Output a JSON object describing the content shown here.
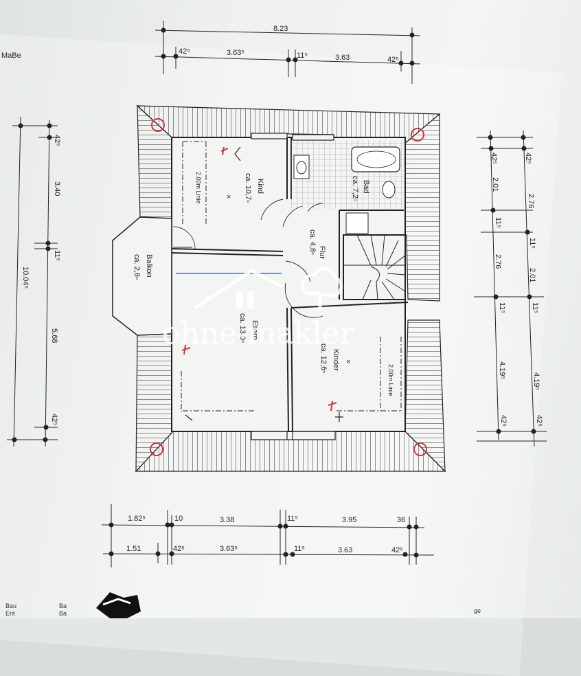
{
  "dimensions": {
    "top_total": "8.23",
    "top_row": [
      "42⁵",
      "3.63⁵",
      "11⁵",
      "3.63",
      "42⁵"
    ],
    "left_col": [
      "42⁵",
      "3.40",
      "11⁵",
      "5.68",
      "42⁵"
    ],
    "left_total": "10.04⁵",
    "right_inner": [
      "42⁵",
      "2.01",
      "11⁵",
      "2.76",
      "11⁵",
      "4.19⁵",
      "42⁵"
    ],
    "right_outer": [
      "42⁵",
      "2.76",
      "11⁵",
      "2.01",
      "11⁵",
      "4.19⁵",
      "42⁵"
    ],
    "bottom_row1": [
      "1.82⁵",
      "10",
      "3.38",
      "11⁵",
      "3.95",
      "36"
    ],
    "bottom_row2": [
      "1.51",
      "42⁵",
      "3.63⁵",
      "11⁵",
      "3.63",
      "42⁵"
    ]
  },
  "rooms": {
    "kind": {
      "name": "Kind",
      "area": "ca. 10,7▫"
    },
    "bad": {
      "name": "Bad",
      "area": "ca. 7,2▫"
    },
    "flur": {
      "name": "Flur",
      "area": "ca. 4,8▫"
    },
    "balkon": {
      "name": "Balkon",
      "area": "ca. 2,8▫"
    },
    "eltern": {
      "name": "Eltern",
      "area": "ca. 13,0▫"
    },
    "kinder": {
      "name": "Kinder",
      "area": "ca. 12,6▫"
    }
  },
  "notes": {
    "linie_left": "2.00m Linie",
    "linie_right": "2.00m Linie"
  },
  "watermark": "ohne-makler",
  "margin_text": {
    "top_left": "MaBe",
    "bottom_left_1": "Bau",
    "bottom_left_2": "Ent",
    "bottom_mid_1": "Ba",
    "bottom_mid_2": "Ba",
    "bottom_right": "ge"
  },
  "colors": {
    "ink": "#222222",
    "red_marks": "#d8323c",
    "blue_line": "#4a6fb3",
    "paper": "#f1f3f1"
  }
}
